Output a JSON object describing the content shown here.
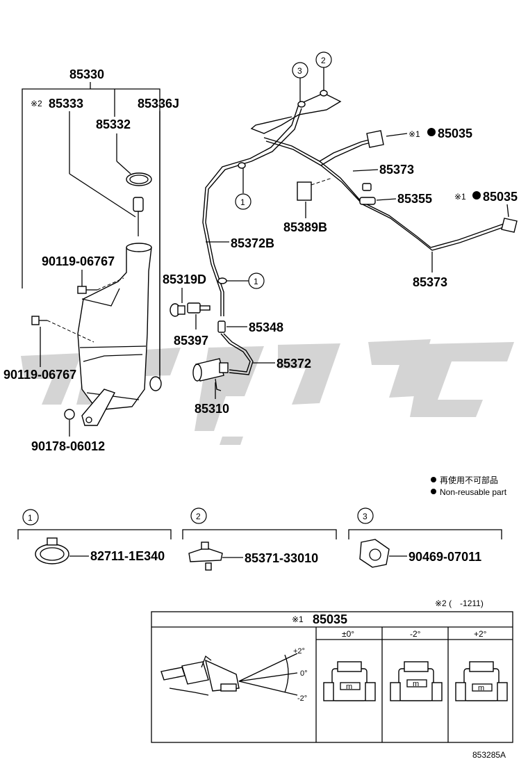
{
  "labels": {
    "p85330": "85330",
    "p85333": "85333",
    "mark_note2": "※2",
    "p85336J": "85336J",
    "p85332": "85332",
    "p90119_a": "90119-06767",
    "p90119_b": "90119-06767",
    "p90178": "90178-06012",
    "p85035_a": "85035",
    "p85035_b": "85035",
    "mark_note1_a": "※1",
    "mark_note1_b": "※1",
    "p85373_a": "85373",
    "p85373_b": "85373",
    "p85355": "85355",
    "p85389B": "85389B",
    "p85372B": "85372B",
    "p85319D": "85319D",
    "p85397": "85397",
    "p85348": "85348",
    "p85372": "85372",
    "p85310": "85310"
  },
  "callouts": {
    "c1": "1",
    "c2": "2",
    "c3": "3"
  },
  "legend": {
    "line1": "再使用不可部品",
    "line2": "Non-reusable part"
  },
  "detail_boxes": [
    {
      "index": "1",
      "part": "82711-1E340"
    },
    {
      "index": "2",
      "part": "85371-33010"
    },
    {
      "index": "3",
      "part": "90469-07011"
    }
  ],
  "table": {
    "note": "※2 (　-1211)",
    "title_mark": "※1",
    "title": "85035",
    "columns": [
      "±0°",
      "-2°",
      "+2°"
    ],
    "angle_top": "+2°",
    "angle_mid": "0°",
    "angle_bottom": "-2°",
    "unit_glyph": "m"
  },
  "diagram_code": "853285A",
  "watermark_text": "GFGC",
  "colors": {
    "line": "#000000",
    "watermark": "#d4d4d4",
    "background": "#ffffff"
  }
}
